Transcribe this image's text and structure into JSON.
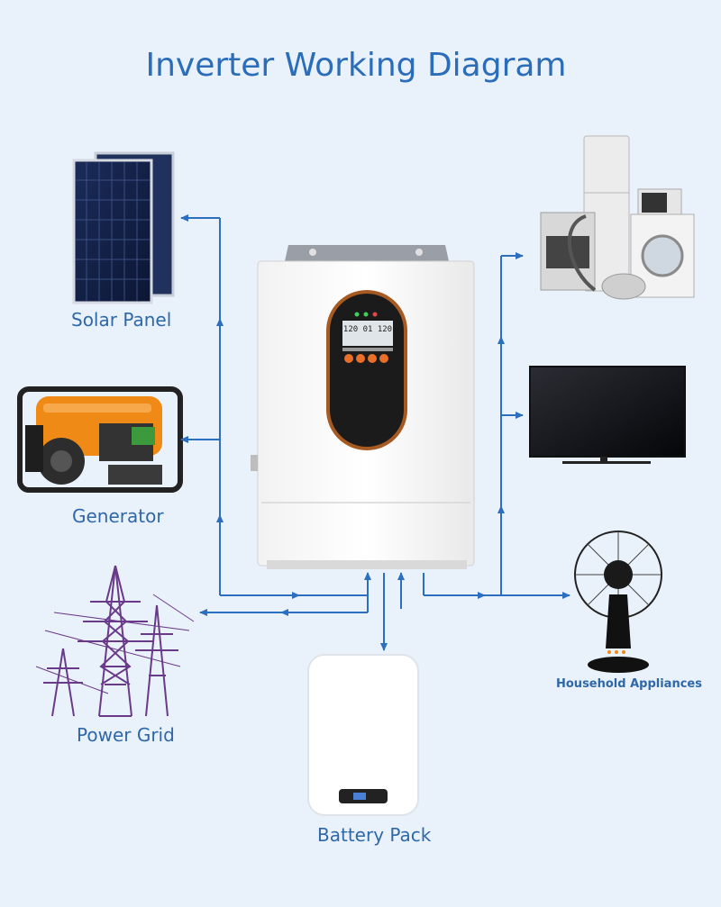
{
  "title": "Inverter Working Diagram",
  "labels": {
    "solar": "Solar Panel",
    "generator": "Generator",
    "grid": "Power Grid",
    "battery": "Battery Pack",
    "appliances": "Household Appliances"
  },
  "inverter_display": {
    "row1": "120 01 120"
  },
  "colors": {
    "line": "#2c6fc0",
    "title": "#2b6db8",
    "label": "#2f68a8",
    "background": "#e9f1fa"
  }
}
